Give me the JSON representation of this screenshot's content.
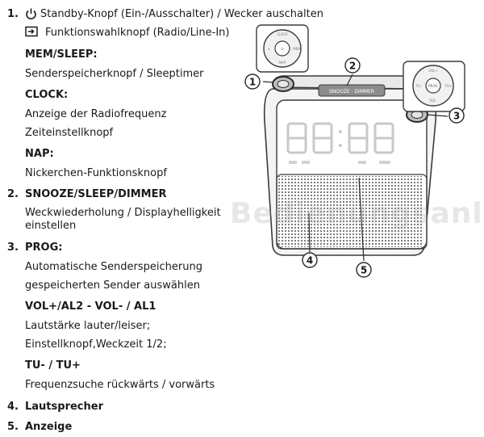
{
  "list": {
    "item1_num": "1.",
    "item1_text": "Standby-Knopf (Ein-/Ausschalter) / Wecker auschalten",
    "function_text": "Funktionswahlknopf (Radio/Line-In)",
    "mem_title": "MEM/SLEEP:",
    "mem_desc": "Senderspeicherknopf / Sleeptimer",
    "clock_title": "CLOCK:",
    "clock_desc1": "Anzeige der Radiofrequenz",
    "clock_desc2": "Zeiteinstellknopf",
    "nap_title": "NAP:",
    "nap_desc": "Nickerchen-Funktionsknopf",
    "item2_num": "2.",
    "item2_title": "SNOOZE/SLEEP/DIMMER",
    "item2_desc1": "Weckwiederholung / Displayhelligkeit",
    "item2_desc2": "einstellen",
    "item3_num": "3.",
    "item3_title": "PROG:",
    "item3_desc1": "Automatische Senderspeicherung",
    "item3_desc2": "gespeicherten Sender auswählen",
    "vol_title": "VOL+/AL2  - VOL- / AL1",
    "vol_desc1": "Lautstärke lauter/leiser;",
    "vol_desc2": "Einstellknopf,Weckzeit 1/2;",
    "tu_title": "TU- / TU+",
    "tu_desc": "Frequenzsuche rückwärts / vorwärts",
    "item4_num": "4.",
    "item4_title": "Lautsprecher",
    "item5_num": "5.",
    "item5_title": "Anzeige"
  },
  "illustration": {
    "callouts": [
      "①",
      "②",
      "③",
      "④",
      "⑤"
    ],
    "snooze_bar_label": "SNOOZE · DIMMER",
    "display_digits": "88:88"
  },
  "watermark": "Bedienungsanleitu.de",
  "icons": {
    "power": "power-icon",
    "function": "input-switch-icon"
  }
}
